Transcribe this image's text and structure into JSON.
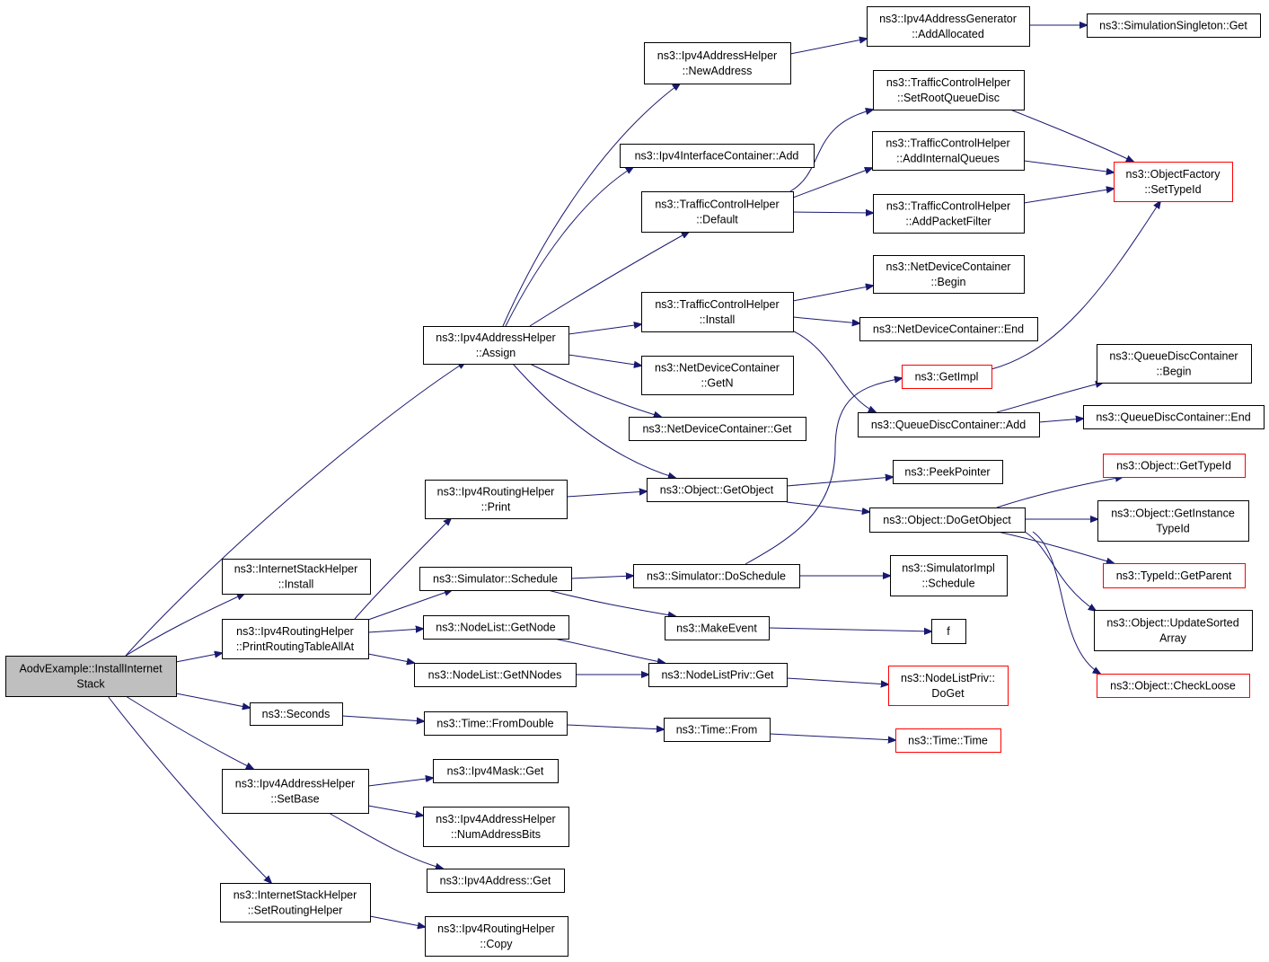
{
  "diagram": {
    "edge_color": "#191970",
    "root_fill": "#bfbfbf",
    "truncated_border": "#ff0000",
    "nodes": [
      {
        "id": "root",
        "lines": [
          "AodvExample::InstallInternet",
          "Stack"
        ],
        "style": "root"
      },
      {
        "id": "ish_install",
        "lines": [
          "ns3::InternetStackHelper",
          "::Install"
        ]
      },
      {
        "id": "rh_print_all",
        "lines": [
          "ns3::Ipv4RoutingHelper",
          "::PrintRoutingTableAllAt"
        ]
      },
      {
        "id": "seconds",
        "lines": [
          "ns3::Seconds"
        ]
      },
      {
        "id": "ah_setbase",
        "lines": [
          "ns3::Ipv4AddressHelper",
          "::SetBase"
        ]
      },
      {
        "id": "ish_setrh",
        "lines": [
          "ns3::InternetStackHelper",
          "::SetRoutingHelper"
        ]
      },
      {
        "id": "ah_assign",
        "lines": [
          "ns3::Ipv4AddressHelper",
          "::Assign"
        ]
      },
      {
        "id": "rh_print",
        "lines": [
          "ns3::Ipv4RoutingHelper",
          "::Print"
        ]
      },
      {
        "id": "sim_schedule",
        "lines": [
          "ns3::Simulator::Schedule"
        ]
      },
      {
        "id": "nl_getnode",
        "lines": [
          "ns3::NodeList::GetNode"
        ]
      },
      {
        "id": "nl_getnnodes",
        "lines": [
          "ns3::NodeList::GetNNodes"
        ]
      },
      {
        "id": "time_fromdouble",
        "lines": [
          "ns3::Time::FromDouble"
        ]
      },
      {
        "id": "mask_get",
        "lines": [
          "ns3::Ipv4Mask::Get"
        ]
      },
      {
        "id": "ah_numbits",
        "lines": [
          "ns3::Ipv4AddressHelper",
          "::NumAddressBits"
        ]
      },
      {
        "id": "addr_get",
        "lines": [
          "ns3::Ipv4Address::Get"
        ]
      },
      {
        "id": "rh_copy",
        "lines": [
          "ns3::Ipv4RoutingHelper",
          "::Copy"
        ]
      },
      {
        "id": "ah_newaddr",
        "lines": [
          "ns3::Ipv4AddressHelper",
          "::NewAddress"
        ]
      },
      {
        "id": "ic_add",
        "lines": [
          "ns3::Ipv4InterfaceContainer::Add"
        ]
      },
      {
        "id": "tch_default",
        "lines": [
          "ns3::TrafficControlHelper",
          "::Default"
        ]
      },
      {
        "id": "tch_install",
        "lines": [
          "ns3::TrafficControlHelper",
          "::Install"
        ]
      },
      {
        "id": "ndc_getn",
        "lines": [
          "ns3::NetDeviceContainer",
          "::GetN"
        ]
      },
      {
        "id": "ndc_get",
        "lines": [
          "ns3::NetDeviceContainer::Get"
        ]
      },
      {
        "id": "obj_getobject",
        "lines": [
          "ns3::Object::GetObject"
        ]
      },
      {
        "id": "sim_doschedule",
        "lines": [
          "ns3::Simulator::DoSchedule"
        ]
      },
      {
        "id": "makeevent",
        "lines": [
          "ns3::MakeEvent"
        ]
      },
      {
        "id": "nlp_get",
        "lines": [
          "ns3::NodeListPriv::Get"
        ]
      },
      {
        "id": "time_from",
        "lines": [
          "ns3::Time::From"
        ]
      },
      {
        "id": "ag_addalloc",
        "lines": [
          "ns3::Ipv4AddressGenerator",
          "::AddAllocated"
        ]
      },
      {
        "id": "tch_setroot",
        "lines": [
          "ns3::TrafficControlHelper",
          "::SetRootQueueDisc"
        ]
      },
      {
        "id": "tch_addiq",
        "lines": [
          "ns3::TrafficControlHelper",
          "::AddInternalQueues"
        ]
      },
      {
        "id": "tch_addpf",
        "lines": [
          "ns3::TrafficControlHelper",
          "::AddPacketFilter"
        ]
      },
      {
        "id": "ndc_begin",
        "lines": [
          "ns3::NetDeviceContainer",
          "::Begin"
        ]
      },
      {
        "id": "ndc_end",
        "lines": [
          "ns3::NetDeviceContainer::End"
        ]
      },
      {
        "id": "getimpl",
        "lines": [
          "ns3::GetImpl"
        ],
        "style": "truncated"
      },
      {
        "id": "qdc_add",
        "lines": [
          "ns3::QueueDiscContainer::Add"
        ]
      },
      {
        "id": "peekpointer",
        "lines": [
          "ns3::PeekPointer"
        ]
      },
      {
        "id": "obj_dogetobject",
        "lines": [
          "ns3::Object::DoGetObject"
        ]
      },
      {
        "id": "simimpl_schedule",
        "lines": [
          "ns3::SimulatorImpl",
          "::Schedule"
        ]
      },
      {
        "id": "f",
        "lines": [
          "f"
        ]
      },
      {
        "id": "nlp_doget",
        "lines": [
          "ns3::NodeListPriv::",
          "DoGet"
        ],
        "style": "truncated"
      },
      {
        "id": "time_time",
        "lines": [
          "ns3::Time::Time"
        ],
        "style": "truncated"
      },
      {
        "id": "singleton_get",
        "lines": [
          "ns3::SimulationSingleton::Get"
        ]
      },
      {
        "id": "of_settypeid",
        "lines": [
          "ns3::ObjectFactory",
          "::SetTypeId"
        ],
        "style": "truncated"
      },
      {
        "id": "qdc_begin",
        "lines": [
          "ns3::QueueDiscContainer",
          "::Begin"
        ]
      },
      {
        "id": "qdc_end",
        "lines": [
          "ns3::QueueDiscContainer::End"
        ]
      },
      {
        "id": "obj_gettypeid",
        "lines": [
          "ns3::Object::GetTypeId"
        ],
        "style": "truncated"
      },
      {
        "id": "obj_getinsttid",
        "lines": [
          "ns3::Object::GetInstance",
          "TypeId"
        ]
      },
      {
        "id": "tid_getparent",
        "lines": [
          "ns3::TypeId::GetParent"
        ],
        "style": "truncated"
      },
      {
        "id": "obj_updsorted",
        "lines": [
          "ns3::Object::UpdateSorted",
          "Array"
        ]
      },
      {
        "id": "obj_checkloose",
        "lines": [
          "ns3::Object::CheckLoose"
        ],
        "style": "truncated"
      }
    ],
    "edges": [
      [
        "root",
        "ah_assign"
      ],
      [
        "root",
        "ish_install"
      ],
      [
        "root",
        "rh_print_all"
      ],
      [
        "root",
        "seconds"
      ],
      [
        "root",
        "ah_setbase"
      ],
      [
        "root",
        "ish_setrh"
      ],
      [
        "ah_assign",
        "ah_newaddr"
      ],
      [
        "ah_assign",
        "ic_add"
      ],
      [
        "ah_assign",
        "tch_default"
      ],
      [
        "ah_assign",
        "tch_install"
      ],
      [
        "ah_assign",
        "ndc_getn"
      ],
      [
        "ah_assign",
        "ndc_get"
      ],
      [
        "ah_assign",
        "obj_getobject"
      ],
      [
        "rh_print_all",
        "rh_print"
      ],
      [
        "rh_print_all",
        "sim_schedule"
      ],
      [
        "rh_print_all",
        "nl_getnode"
      ],
      [
        "rh_print_all",
        "nl_getnnodes"
      ],
      [
        "seconds",
        "time_fromdouble"
      ],
      [
        "ah_setbase",
        "mask_get"
      ],
      [
        "ah_setbase",
        "ah_numbits"
      ],
      [
        "ah_setbase",
        "addr_get"
      ],
      [
        "ish_setrh",
        "rh_copy"
      ],
      [
        "ah_newaddr",
        "ag_addalloc"
      ],
      [
        "ag_addalloc",
        "singleton_get"
      ],
      [
        "tch_default",
        "tch_setroot"
      ],
      [
        "tch_default",
        "tch_addiq"
      ],
      [
        "tch_default",
        "tch_addpf"
      ],
      [
        "tch_setroot",
        "of_settypeid"
      ],
      [
        "tch_addiq",
        "of_settypeid"
      ],
      [
        "tch_addpf",
        "of_settypeid"
      ],
      [
        "tch_install",
        "ndc_begin"
      ],
      [
        "tch_install",
        "ndc_end"
      ],
      [
        "tch_install",
        "qdc_add"
      ],
      [
        "getimpl",
        "of_settypeid"
      ],
      [
        "qdc_add",
        "qdc_begin"
      ],
      [
        "qdc_add",
        "qdc_end"
      ],
      [
        "rh_print",
        "obj_getobject"
      ],
      [
        "obj_getobject",
        "peekpointer"
      ],
      [
        "obj_getobject",
        "obj_dogetobject"
      ],
      [
        "sim_schedule",
        "sim_doschedule"
      ],
      [
        "sim_schedule",
        "makeevent"
      ],
      [
        "sim_doschedule",
        "simimpl_schedule"
      ],
      [
        "sim_doschedule",
        "getimpl"
      ],
      [
        "makeevent",
        "f"
      ],
      [
        "nl_getnode",
        "nlp_get"
      ],
      [
        "nl_getnnodes",
        "nlp_get"
      ],
      [
        "nlp_get",
        "nlp_doget"
      ],
      [
        "time_fromdouble",
        "time_from"
      ],
      [
        "time_from",
        "time_time"
      ],
      [
        "obj_dogetobject",
        "obj_gettypeid"
      ],
      [
        "obj_dogetobject",
        "obj_getinsttid"
      ],
      [
        "obj_dogetobject",
        "tid_getparent"
      ],
      [
        "obj_dogetobject",
        "obj_updsorted"
      ],
      [
        "obj_dogetobject",
        "obj_checkloose"
      ]
    ]
  }
}
